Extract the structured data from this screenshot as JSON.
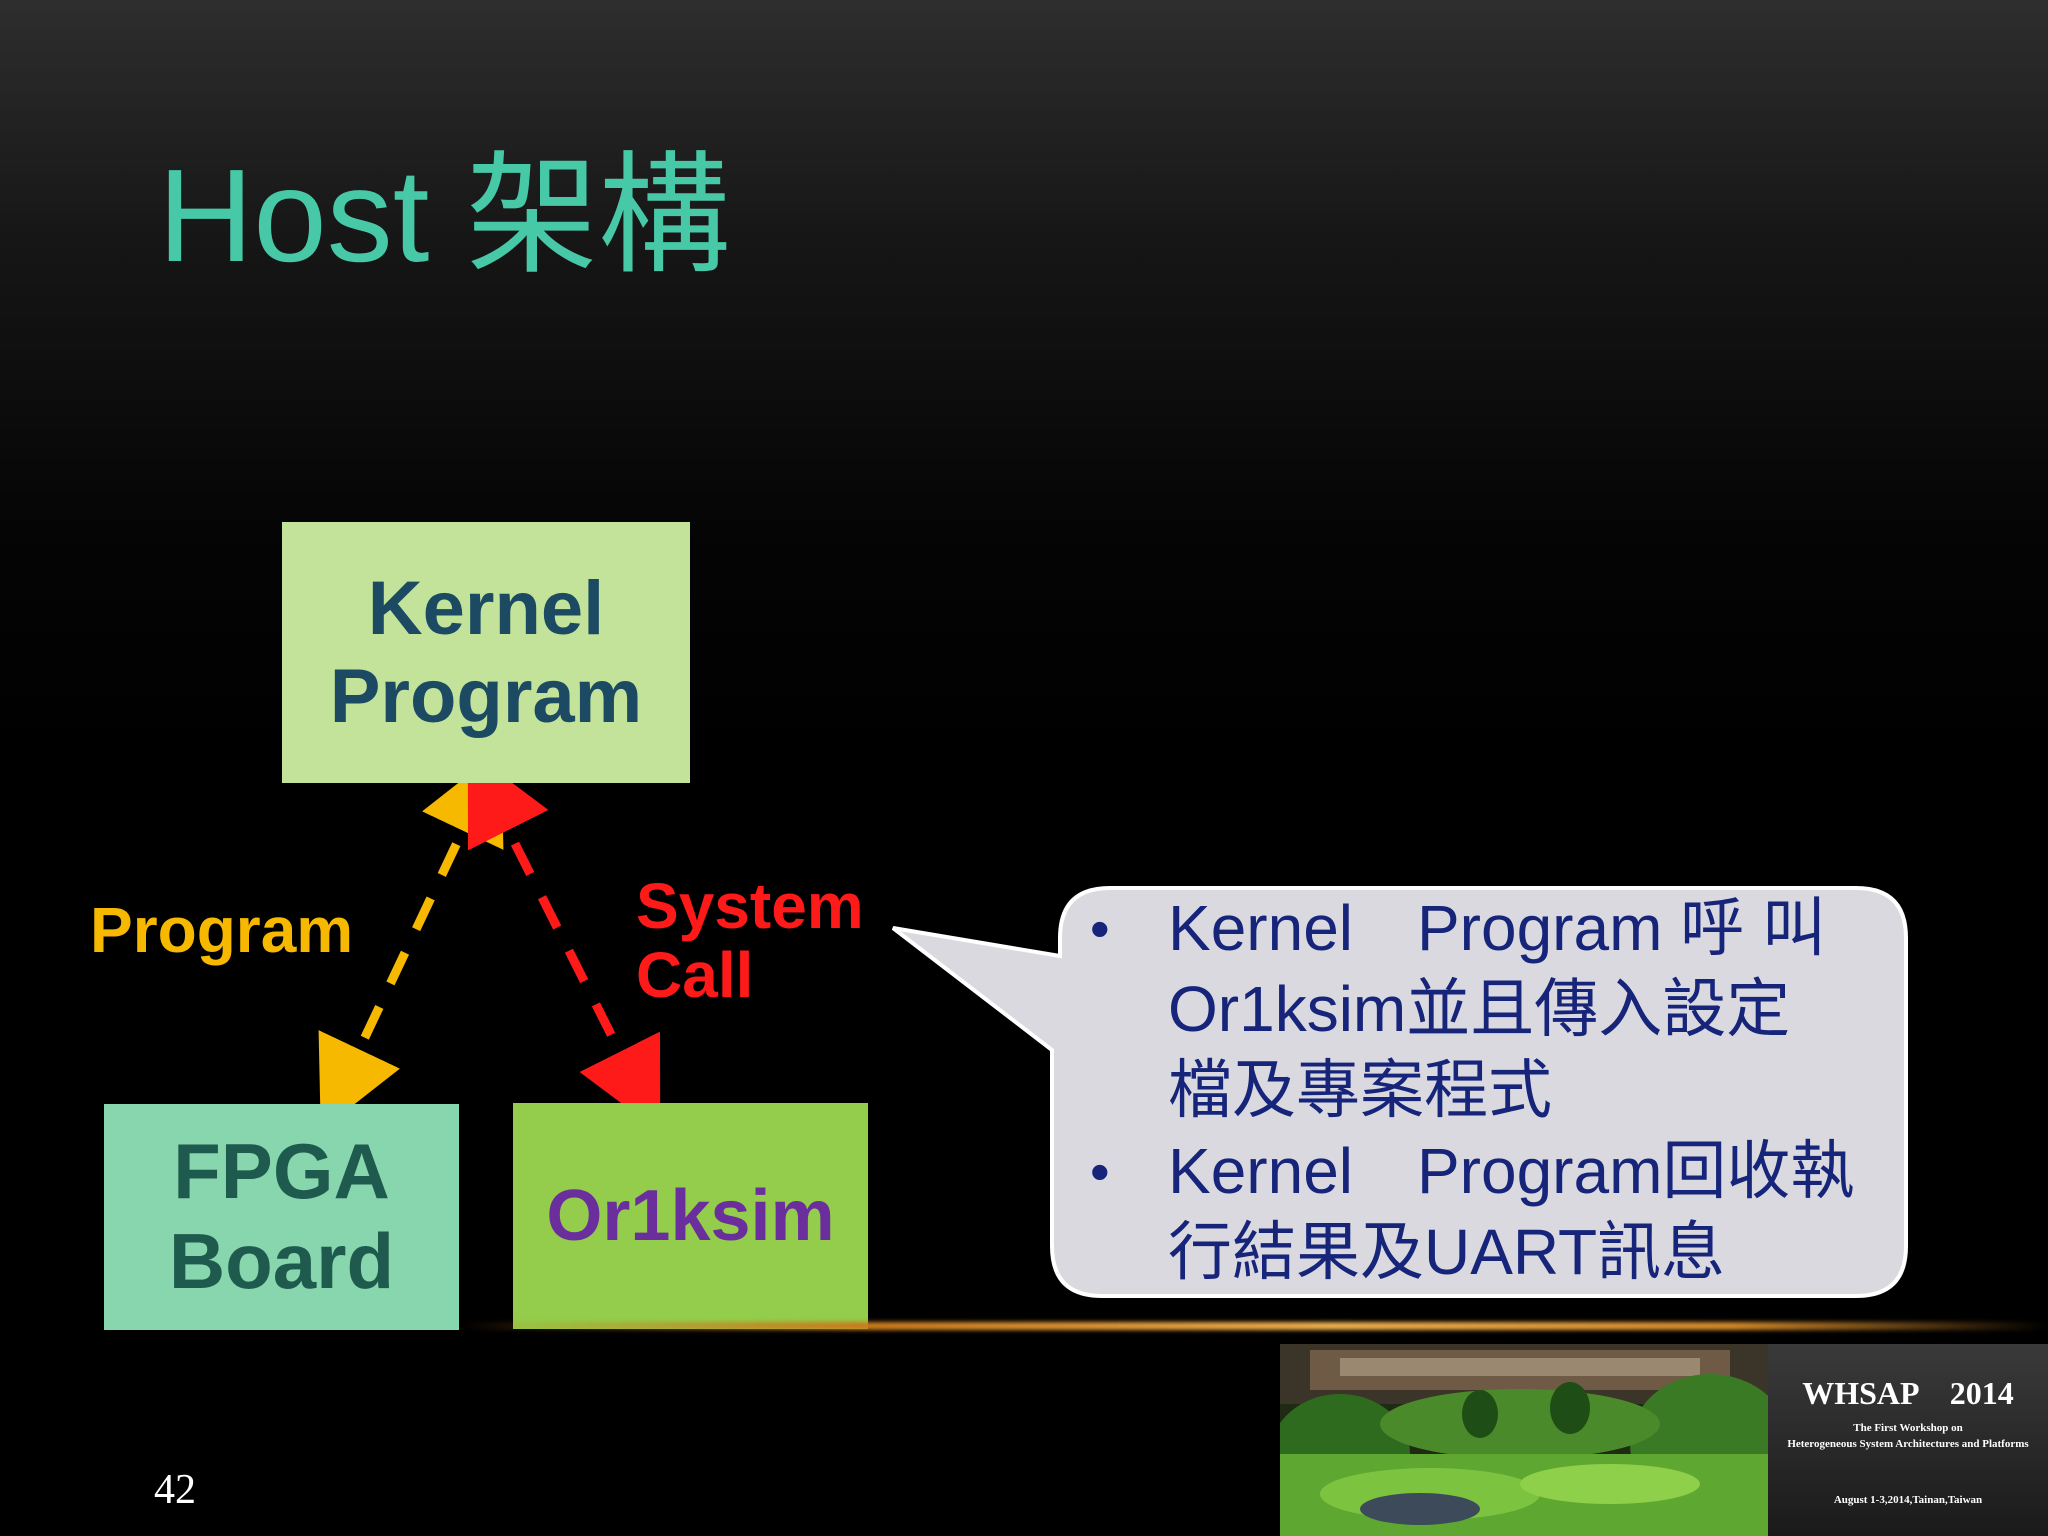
{
  "title": "Host 架構",
  "boxes": {
    "kernel": {
      "line1": "Kernel",
      "line2": "Program"
    },
    "fpga": {
      "line1": "FPGA",
      "line2": "Board"
    },
    "or1ksim": {
      "label": "Or1ksim"
    }
  },
  "arrows": {
    "program_label": "Program",
    "syscall_line1": "System",
    "syscall_line2": "Call"
  },
  "callout": {
    "bullets": [
      {
        "marker": "•",
        "lines": [
          "Kernel　Program 呼 叫",
          "Or1ksim並且傳入設定",
          "檔及專案程式"
        ]
      },
      {
        "marker": "•",
        "lines": [
          "Kernel　Program回收執",
          "行結果及UART訊息"
        ]
      }
    ]
  },
  "footer": {
    "page_number": "42",
    "banner_title": "WHSAP　2014",
    "banner_subtitle_1": "The First Workshop on",
    "banner_subtitle_2": "Heterogeneous System Architectures and Platforms",
    "banner_date": "August 1-3,2014,Tainan,Taiwan"
  },
  "colors": {
    "title": "#47c9a8",
    "kernel_box": "#c3e39a",
    "fpga_box": "#88d6ad",
    "or1ksim_box": "#94cd4b",
    "program_arrow": "#f7b800",
    "syscall_arrow": "#ff1a1a",
    "callout_fill": "#d9d9df",
    "callout_text": "#16247a"
  }
}
